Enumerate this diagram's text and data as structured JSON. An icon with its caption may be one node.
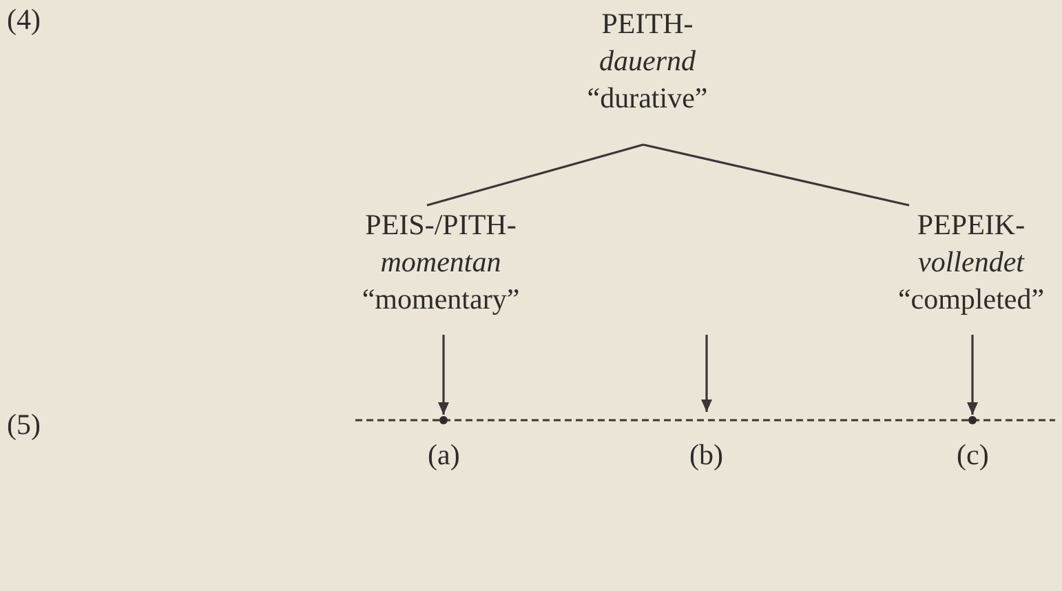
{
  "diagram": {
    "nodes": [
      {
        "text": [
          "PEITH-",
          "dauernd",
          "“durative”"
        ]
      },
      {
        "text": [
          "PEIS-/PITH-",
          "momentan",
          "“momentary”"
        ]
      },
      {
        "text": [
          "PEPEIK-",
          "vollendet",
          "“completed”"
        ]
      },
      {
        "text": [],
        "shape": "line"
      },
      {
        "text": [],
        "shape": "circle"
      },
      {
        "text": [],
        "shape": "circle"
      }
    ],
    "edges": [
      {
        "from": 0,
        "to": 1,
        "arrow": "none"
      },
      {
        "from": 0,
        "to": 2,
        "arrow": "none"
      },
      {
        "from": 1,
        "to": 4,
        "arrow": "to"
      },
      {
        "from": null,
        "to": 3,
        "arrow": "to"
      },
      {
        "from": 2,
        "to": 5,
        "arrow": "to"
      }
    ],
    "labels": [
      "(4)",
      "(5)",
      "(a)",
      "(b)",
      "(c)"
    ]
  }
}
